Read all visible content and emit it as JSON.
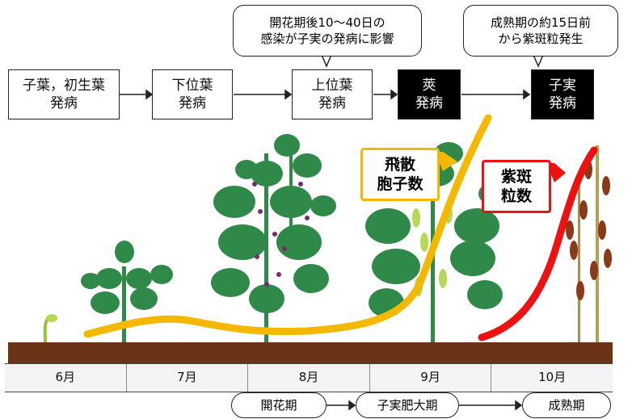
{
  "stages": [
    {
      "line1": "子葉，初生葉",
      "line2": "発病"
    },
    {
      "line1": "下位葉",
      "line2": "発病"
    },
    {
      "line1": "上位葉",
      "line2": "発病"
    },
    {
      "line1": "莢",
      "line2": "発病"
    },
    {
      "line1": "子実",
      "line2": "発病"
    }
  ],
  "callouts": [
    {
      "line1": "開花期後10〜40日の",
      "line2": "感染が子実の発病に影響"
    },
    {
      "line1": "成熟期の約15日前",
      "line2": "から紫斑粒発生"
    }
  ],
  "curves": {
    "spores": {
      "line1": "飛散",
      "line2": "胞子数",
      "color": "#f5b800"
    },
    "purple_grains": {
      "line1": "紫斑",
      "line2": "粒数",
      "color": "#ee1111"
    }
  },
  "months": [
    "6月",
    "7月",
    "8月",
    "9月",
    "10月"
  ],
  "phases": [
    "開花期",
    "子実肥大期",
    "成熟期"
  ],
  "colors": {
    "soil": "#6b3416",
    "leaf": "#2f8a4a",
    "flower": "#7a2a6a",
    "pod": "#b6d85a",
    "mature": "#8a3a1a"
  }
}
